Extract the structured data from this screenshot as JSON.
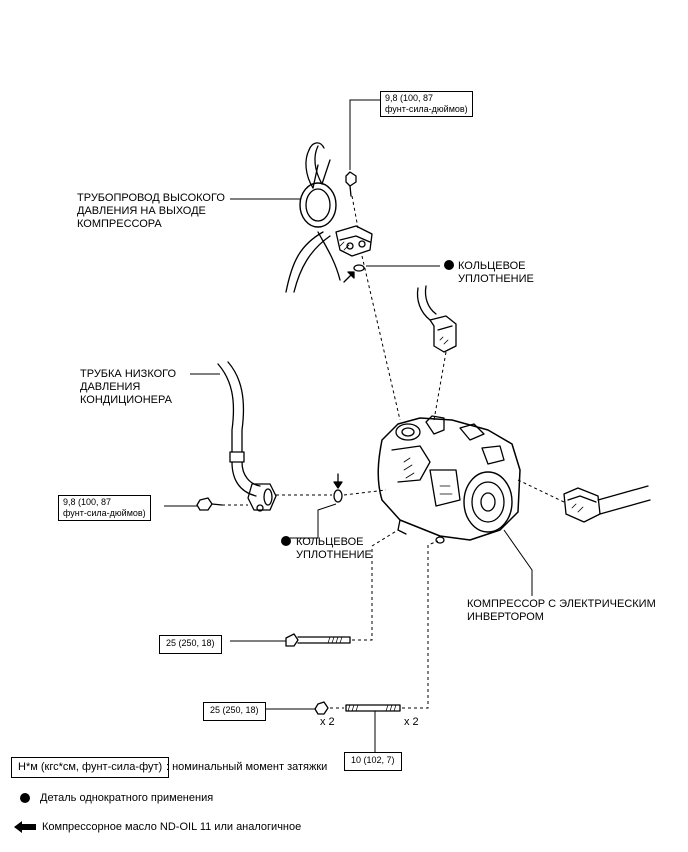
{
  "labels": {
    "high_pressure_pipe": "ТРУБОПРОВОД ВЫСОКОГО\nДАВЛЕНИЯ НА ВЫХОДЕ\nКОМПРЕССОРА",
    "oring_top": "КОЛЬЦЕВОЕ\nУПЛОТНЕНИЕ",
    "low_pressure_tube": "ТРУБКА НИЗКОГО\nДАВЛЕНИЯ\nКОНДИЦИОНЕРА",
    "oring_mid": "КОЛЬЦЕВОЕ\nУПЛОТНЕНИЕ",
    "compressor": "КОМПРЕССОР С ЭЛЕКТРИЧЕСКИМ\nИНВЕРТОРОМ"
  },
  "torques": {
    "top_bolt": "9,8 (100, 87\nфунт-сила-дюймов)",
    "left_bolt": "9,8 (100, 87\nфунт-сила-дюймов)",
    "long_bolt": "25 (250, 18)",
    "nut": "25 (250, 18)",
    "stud": "10 (102, 7)"
  },
  "quantities": {
    "nut_qty": "x 2",
    "stud_qty": "x 2"
  },
  "legend": {
    "torque_unit": "Н*м (кгс*см, фунт-сила-фут)",
    "torque_desc": ": номинальный момент затяжки",
    "non_reusable": "Деталь однократного применения",
    "oil": "Компрессорное масло ND-OIL 11 или аналогичное"
  }
}
